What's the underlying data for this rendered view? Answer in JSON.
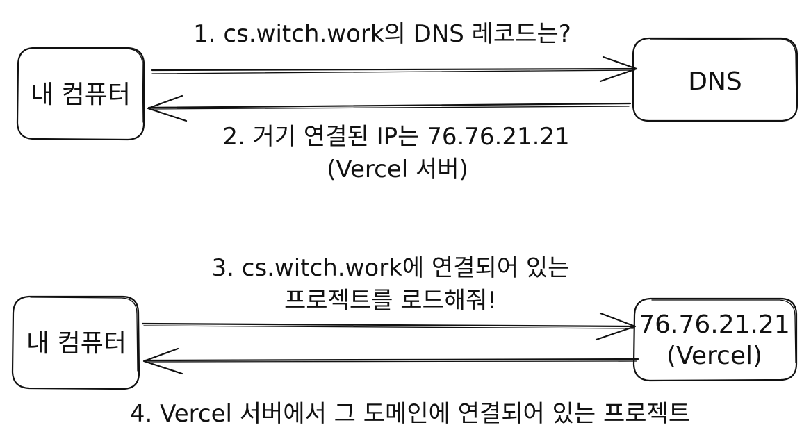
{
  "diagram": {
    "part1": {
      "client_label": "내 컴퓨터",
      "dns_label": "DNS",
      "step1": "1. cs.witch.work의 DNS 레코드는?",
      "step2_line1": "2. 거기 연결된 IP는 76.76.21.21",
      "step2_line2": "(Vercel 서버)"
    },
    "part2": {
      "client_label": "내 컴퓨터",
      "server_line1": "76.76.21.21",
      "server_line2": "(Vercel)",
      "step3_line1": "3. cs.witch.work에 연결되어 있는",
      "step3_line2": "프로젝트를 로드해줘!",
      "step4": "4. Vercel 서버에서 그 도메인에 연결되어 있는 프로젝트"
    }
  }
}
